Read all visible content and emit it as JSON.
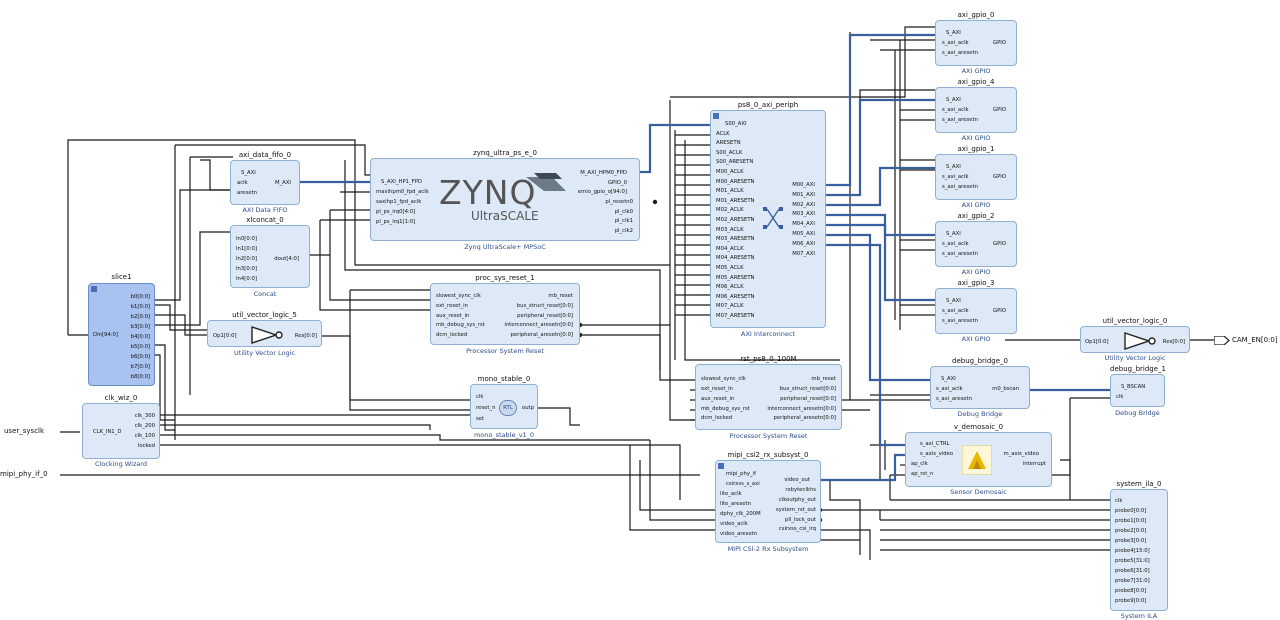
{
  "diagram": {
    "ports": {
      "user_sysclk": "user_sysclk",
      "mipi_phy_if_0": "mipi_phy_if_0",
      "cam_en": "CAM_EN[0:0]"
    },
    "blocks": {
      "axi_data_fifo": {
        "name": "axi_data_fifo_0",
        "title": "AXI Data FIFO",
        "pins_left": [
          "S_AXI",
          "aclk",
          "aresetn"
        ],
        "pins_right": [
          "M_AXI"
        ]
      },
      "xlconcat": {
        "name": "xlconcat_0",
        "title": "Concat",
        "pins_left": [
          "In0[0:0]",
          "In1[0:0]",
          "In2[0:0]",
          "In3[0:0]",
          "In4[0:0]"
        ],
        "pins_right": [
          "dout[4:0]"
        ]
      },
      "zynq": {
        "name": "zynq_ultra_ps_e_0",
        "title": "Zynq UltraScale+ MPSoC",
        "logo_main": "ZYNQ",
        "logo_sub": "UltraSCALE",
        "pins_left": [
          "S_AXI_HP1_FPD",
          "maxihpm0_fpd_aclk",
          "saxihp1_fpd_aclk",
          "pl_ps_irq0[4:0]",
          "pl_ps_irq1[1:0]"
        ],
        "pins_right": [
          "M_AXI_HPM0_FPD",
          "GPIO_0",
          "emio_gpio_o[94:0]",
          "pl_resetn0",
          "pl_clk0",
          "pl_clk1",
          "pl_clk2"
        ]
      },
      "slice": {
        "name": "slice1",
        "pin_left": "Din[94:0]",
        "pins_right": [
          "b0[0:0]",
          "b1[0:0]",
          "b2[0:0]",
          "b3[0:0]",
          "b4[0:0]",
          "b5[0:0]",
          "b6[0:0]",
          "b7[0:0]",
          "b8[0:0]"
        ]
      },
      "util_vl5": {
        "name": "util_vector_logic_5",
        "title": "Utility Vector Logic",
        "pin_left": "Op1[0:0]",
        "pin_right": "Res[0:0]"
      },
      "clk_wiz": {
        "name": "clk_wiz_0",
        "title": "Clocking Wizard",
        "pin_left": "CLK_IN1_D",
        "pins_right": [
          "clk_300",
          "clk_200",
          "clk_100",
          "locked"
        ]
      },
      "proc_sys_reset": {
        "name": "proc_sys_reset_1",
        "title": "Processor System Reset",
        "pins_left": [
          "slowest_sync_clk",
          "ext_reset_in",
          "aux_reset_in",
          "mb_debug_sys_rst",
          "dcm_locked"
        ],
        "pins_right": [
          "mb_reset",
          "bus_struct_reset[0:0]",
          "peripheral_reset[0:0]",
          "interconnect_aresetn[0:0]",
          "peripheral_aresetn[0:0]"
        ]
      },
      "mono_stable": {
        "name": "mono_stable_0",
        "title": "mono_stable_v1_0",
        "rtl": "RTL",
        "pins_left": [
          "clk",
          "reset_n",
          "set"
        ],
        "pin_right": "outp"
      },
      "axi_periph": {
        "name": "ps8_0_axi_periph",
        "title": "AXI Interconnect",
        "pins_left": [
          "S00_AXI",
          "ACLK",
          "ARESETN",
          "S00_ACLK",
          "S00_ARESETN",
          "M00_ACLK",
          "M00_ARESETN",
          "M01_ACLK",
          "M01_ARESETN",
          "M02_ACLK",
          "M02_ARESETN",
          "M03_ACLK",
          "M03_ARESETN",
          "M04_ACLK",
          "M04_ARESETN",
          "M05_ACLK",
          "M05_ARESETN",
          "M06_ACLK",
          "M06_ARESETN",
          "M07_ACLK",
          "M07_ARESETN"
        ],
        "pins_right": [
          "M00_AXI",
          "M01_AXI",
          "M02_AXI",
          "M03_AXI",
          "M04_AXI",
          "M05_AXI",
          "M06_AXI",
          "M07_AXI"
        ]
      },
      "rst_ps8": {
        "name": "rst_ps8_0_100M",
        "title": "Processor System Reset",
        "pins_left": [
          "slowest_sync_clk",
          "ext_reset_in",
          "aux_reset_in",
          "mb_debug_sys_rst",
          "dcm_locked"
        ],
        "pins_right": [
          "mb_reset",
          "bus_struct_reset[0:0]",
          "peripheral_reset[0:0]",
          "interconnect_aresetn[0:0]",
          "peripheral_aresetn[0:0]"
        ]
      },
      "mipi": {
        "name": "mipi_csi2_rx_subsyst_0",
        "title": "MIPI CSI-2 Rx Subsystem",
        "pins_left": [
          "mipi_phy_if",
          "csirxss_s_axi",
          "lite_aclk",
          "lite_aresetn",
          "dphy_clk_200M",
          "video_aclk",
          "video_aresetn"
        ],
        "pins_right": [
          "video_out",
          "rxbyteclkhs",
          "clkoutphy_out",
          "system_rst_out",
          "pll_lock_out",
          "csirxss_csi_irq"
        ]
      },
      "gpio0": {
        "name": "axi_gpio_0",
        "title": "AXI GPIO",
        "pins_left": [
          "S_AXI",
          "s_axi_aclk",
          "s_axi_aresetn"
        ],
        "pin_right": "GPIO"
      },
      "gpio4": {
        "name": "axi_gpio_4",
        "title": "AXI GPIO",
        "pins_left": [
          "S_AXI",
          "s_axi_aclk",
          "s_axi_aresetn"
        ],
        "pin_right": "GPIO"
      },
      "gpio1": {
        "name": "axi_gpio_1",
        "title": "AXI GPIO",
        "pins_left": [
          "S_AXI",
          "s_axi_aclk",
          "s_axi_aresetn"
        ],
        "pin_right": "GPIO"
      },
      "gpio2": {
        "name": "axi_gpio_2",
        "title": "AXI GPIO",
        "pins_left": [
          "S_AXI",
          "s_axi_aclk",
          "s_axi_aresetn"
        ],
        "pin_right": "GPIO"
      },
      "gpio3": {
        "name": "axi_gpio_3",
        "title": "AXI GPIO",
        "pins_left": [
          "S_AXI",
          "s_axi_aclk",
          "s_axi_aresetn"
        ],
        "pin_right": "GPIO"
      },
      "util_vl0": {
        "name": "util_vector_logic_0",
        "title": "Utility Vector Logic",
        "pin_left": "Op1[0:0]",
        "pin_right": "Res[0:0]"
      },
      "debug_bridge0": {
        "name": "debug_bridge_0",
        "title": "Debug Bridge",
        "pins_left": [
          "S_AXI",
          "s_axi_aclk",
          "s_axi_aresetn"
        ],
        "pin_right": "m0_bscan"
      },
      "debug_bridge1": {
        "name": "debug_bridge_1",
        "title": "Debug Bridge",
        "pins_left": [
          "S_BSCAN",
          "clk"
        ]
      },
      "demosaic": {
        "name": "v_demosaic_0",
        "title": "Sensor Demosaic",
        "pins_left": [
          "s_axi_CTRL",
          "s_axis_video",
          "ap_clk",
          "ap_rst_n"
        ],
        "pins_right": [
          "m_axis_video",
          "interrupt"
        ]
      },
      "ila": {
        "name": "system_ila_0",
        "title": "System ILA",
        "pins_left": [
          "clk",
          "probe0[0:0]",
          "probe1[0:0]",
          "probe2[0:0]",
          "probe3[0:0]",
          "probe4[15:0]",
          "probe5[31:0]",
          "probe6[31:0]",
          "probe7[31:0]",
          "probe8[0:0]",
          "probe9[0:0]"
        ]
      }
    }
  }
}
